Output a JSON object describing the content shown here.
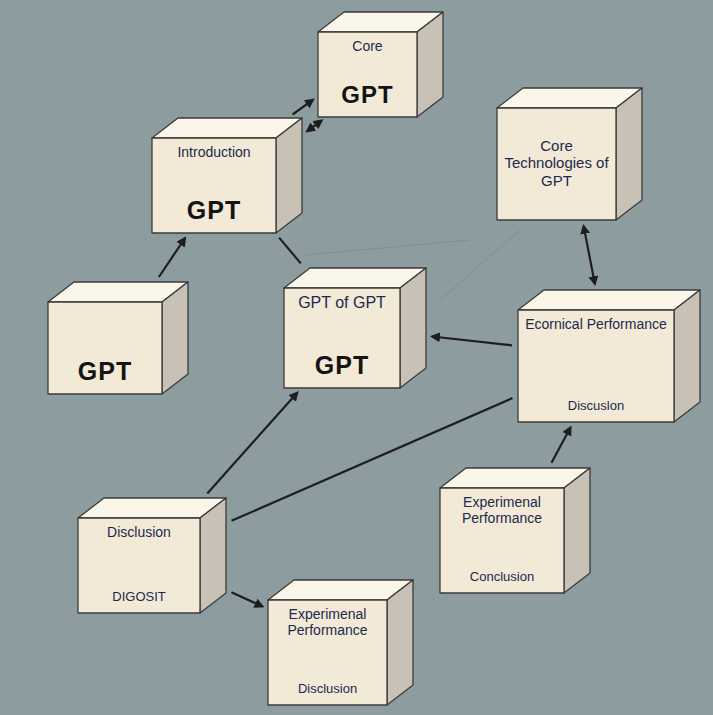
{
  "diagram": {
    "nodes": [
      {
        "text": [
          "Core",
          "GPT"
        ]
      },
      {
        "text": [
          "Introduction",
          "GPT"
        ]
      },
      {
        "text": [
          "Core Technologies of GPT"
        ]
      },
      {
        "text": [
          "GPT"
        ]
      },
      {
        "text": [
          "GPT of GPT",
          "GPT"
        ]
      },
      {
        "text": [
          "Ecornical Performance",
          "Discuslon"
        ]
      },
      {
        "text": [
          "Disclusion",
          "DIGOSIT"
        ]
      },
      {
        "text": [
          "Experimenal Performance",
          "Conclusion"
        ]
      },
      {
        "text": [
          "Experimenal Performance",
          "Disclusion"
        ]
      }
    ],
    "edges": [
      {
        "from": 3,
        "to": 1,
        "arrow": "to"
      },
      {
        "from": 1,
        "to": 0,
        "arrow": "to"
      },
      {
        "from": 1,
        "to": 0,
        "arrow": "both"
      },
      {
        "from": 1,
        "to": 4,
        "arrow": "none"
      },
      {
        "from": 2,
        "to": 5,
        "arrow": "both"
      },
      {
        "from": 5,
        "to": 4,
        "arrow": "to"
      },
      {
        "from": 6,
        "to": 4,
        "arrow": "to"
      },
      {
        "from": 6,
        "to": 5,
        "arrow": "none"
      },
      {
        "from": 6,
        "to": 8,
        "arrow": "to"
      },
      {
        "from": 7,
        "to": 5,
        "arrow": "to"
      }
    ]
  }
}
